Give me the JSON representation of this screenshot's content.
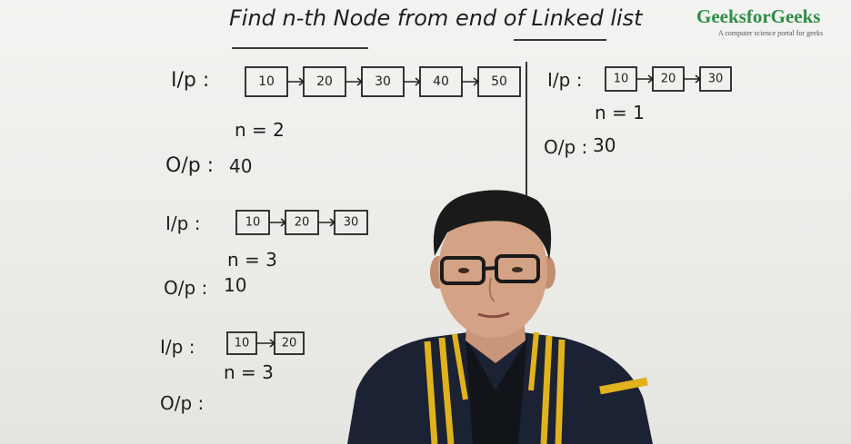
{
  "header": {
    "title": "Find n-th Node from end of Linked list",
    "brand": "GeeksforGeeks",
    "tagline": "A computer science portal for geeks"
  },
  "examples": [
    {
      "input_label": "I/p :",
      "nodes": [
        "10",
        "20",
        "30",
        "40",
        "50"
      ],
      "n_text": "n = 2",
      "output_label": "O/p :",
      "output_value": "40"
    },
    {
      "input_label": "I/p :",
      "nodes": [
        "10",
        "20",
        "30"
      ],
      "n_text": "n = 3",
      "output_label": "O/p :",
      "output_value": "10"
    },
    {
      "input_label": "I/p :",
      "nodes": [
        "10",
        "20"
      ],
      "n_text": "n = 3",
      "output_label": "O/p :",
      "output_value": ""
    },
    {
      "input_label": "I/p :",
      "nodes": [
        "10",
        "20",
        "30"
      ],
      "n_text": "n = 1",
      "output_label": "O/p :",
      "output_value": "30"
    }
  ],
  "colors": {
    "brand_green": "#2f8d46",
    "marker": "#1e1e1e",
    "jacket_navy": "#1b2233",
    "jacket_stripe": "#e0b21e"
  }
}
